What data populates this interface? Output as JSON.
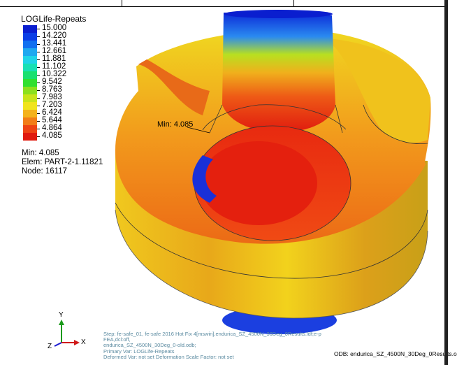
{
  "legend": {
    "title": "LOGLife-Repeats",
    "levels": [
      {
        "value": "15.000",
        "color": "#0a1ecf"
      },
      {
        "value": "14.220",
        "color": "#0b3ee6"
      },
      {
        "value": "13.441",
        "color": "#1170f0"
      },
      {
        "value": "12.661",
        "color": "#1ea8f0"
      },
      {
        "value": "11.881",
        "color": "#1fd4e8"
      },
      {
        "value": "11.102",
        "color": "#18e0b4"
      },
      {
        "value": "10.322",
        "color": "#1ae070"
      },
      {
        "value": "9.542",
        "color": "#30e030"
      },
      {
        "value": "8.763",
        "color": "#8ce01e"
      },
      {
        "value": "7.983",
        "color": "#c8e41a"
      },
      {
        "value": "7.203",
        "color": "#f0e41c"
      },
      {
        "value": "6.424",
        "color": "#f4b21c"
      },
      {
        "value": "5.644",
        "color": "#f27d18"
      },
      {
        "value": "4.864",
        "color": "#ee4414"
      },
      {
        "value": "4.085",
        "color": "#e01a0e"
      }
    ]
  },
  "info": {
    "min": "Min: 4.085",
    "elem": "Elem: PART-2-1.11821",
    "node": "Node: 16117"
  },
  "model": {
    "min_tag": "Min: 4.085"
  },
  "triad": {
    "y": "Y",
    "x": "X",
    "z": "Z"
  },
  "footer": {
    "step": "Step: fe-safe_01, fe-safe 2016 Hot Fix 4[mswin],endurica_SZ_4500N_30Deg_0Results.ldf;e-p FEA,dcl:off,",
    "odb_file": "endurica_SZ_4500N_30Deg_0-old.odb;",
    "primary": "Primary Var: LOGLife-Repeats",
    "deformed": "Deformed Var: not set   Deformation Scale Factor: not set",
    "odb_label": "ODB: endurica_SZ_4500N_30Deg_0Results.o"
  }
}
